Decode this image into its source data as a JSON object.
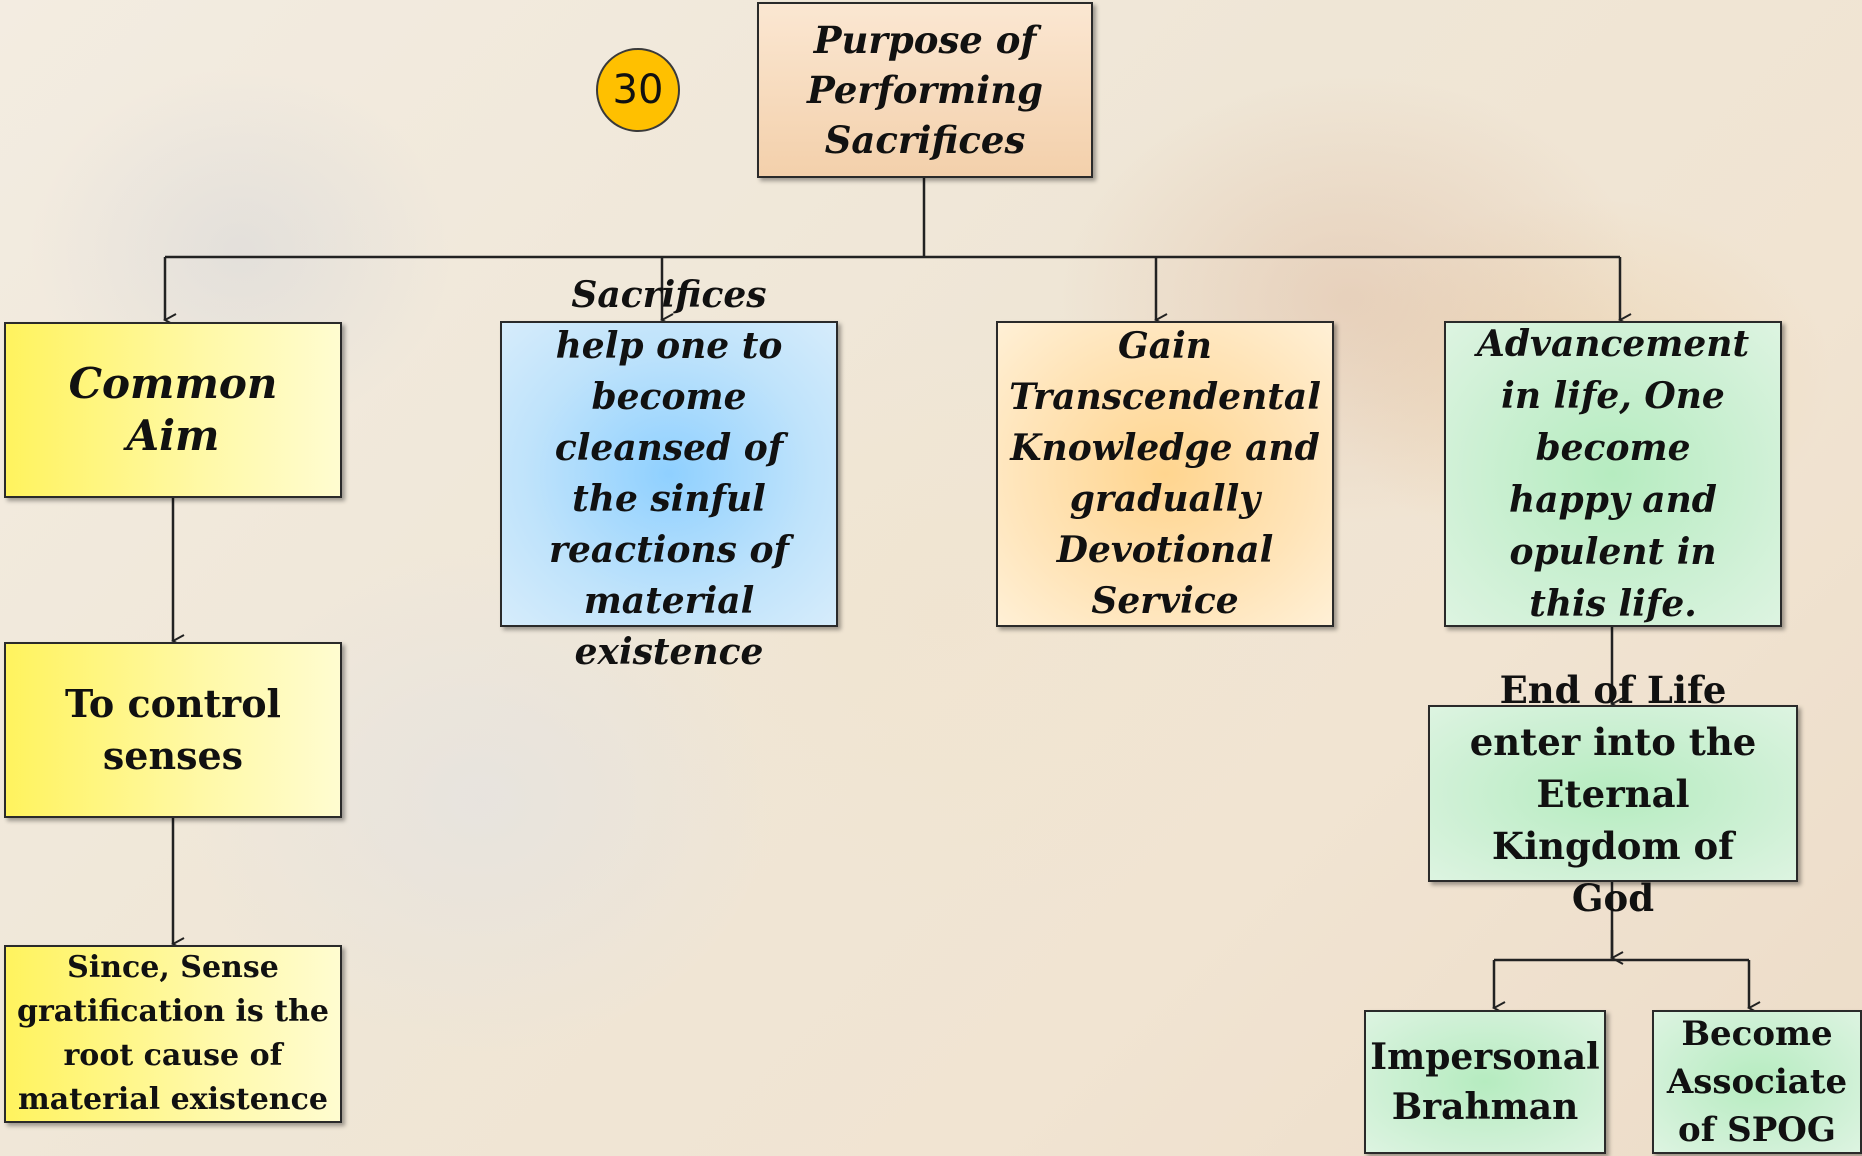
{
  "badge": "30",
  "root": "Purpose of Performing Sacrifices",
  "common_aim": "Common Aim",
  "control_senses": "To control senses",
  "root_cause": "Since, Sense gratification is the root cause of material existence",
  "cleansing": "Sacrifices help one to become cleansed of the sinful reactions of material existence",
  "knowledge": "Gain Transcendental Knowledge and gradually Devotional Service",
  "advancement": "Advancement in life, One become happy and opulent in this life.",
  "end_of_life": "End of Life enter into the Eternal Kingdom of God",
  "impersonal": "Impersonal Brahman",
  "associate": "Become Associate of SPOG"
}
